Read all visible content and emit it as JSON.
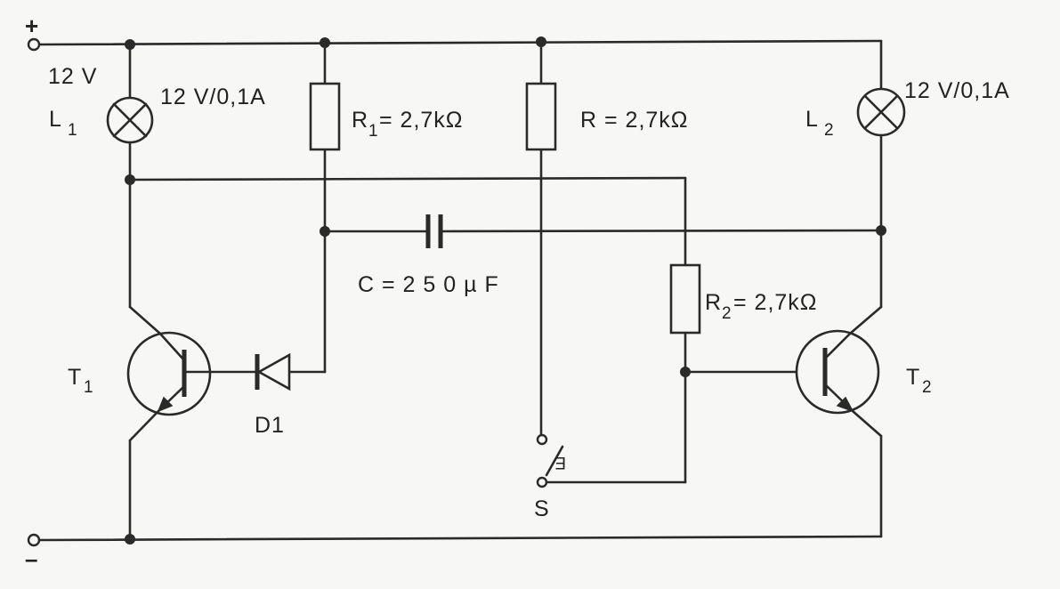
{
  "supply": {
    "plus_sign": "+",
    "minus_sign": "–",
    "voltage": "12 V"
  },
  "lamp1": {
    "name": "L",
    "sub": "1",
    "rating": "12 V/0,1A"
  },
  "lamp2": {
    "name": "L",
    "sub": "2",
    "rating": "12 V/0,1A"
  },
  "r1": {
    "name": "R",
    "sub": "1",
    "value": "= 2,7kΩ"
  },
  "r": {
    "value": "R = 2,7kΩ"
  },
  "r2": {
    "name": "R",
    "sub": "2",
    "value": " = 2,7kΩ"
  },
  "capacitor": {
    "label": "C = 2 5 0 µ F"
  },
  "t1": {
    "name": "T",
    "sub": "1"
  },
  "t2": {
    "name": "T",
    "sub": "2"
  },
  "diode": {
    "label": "D1"
  },
  "switch": {
    "label": "S",
    "mark": "E"
  }
}
